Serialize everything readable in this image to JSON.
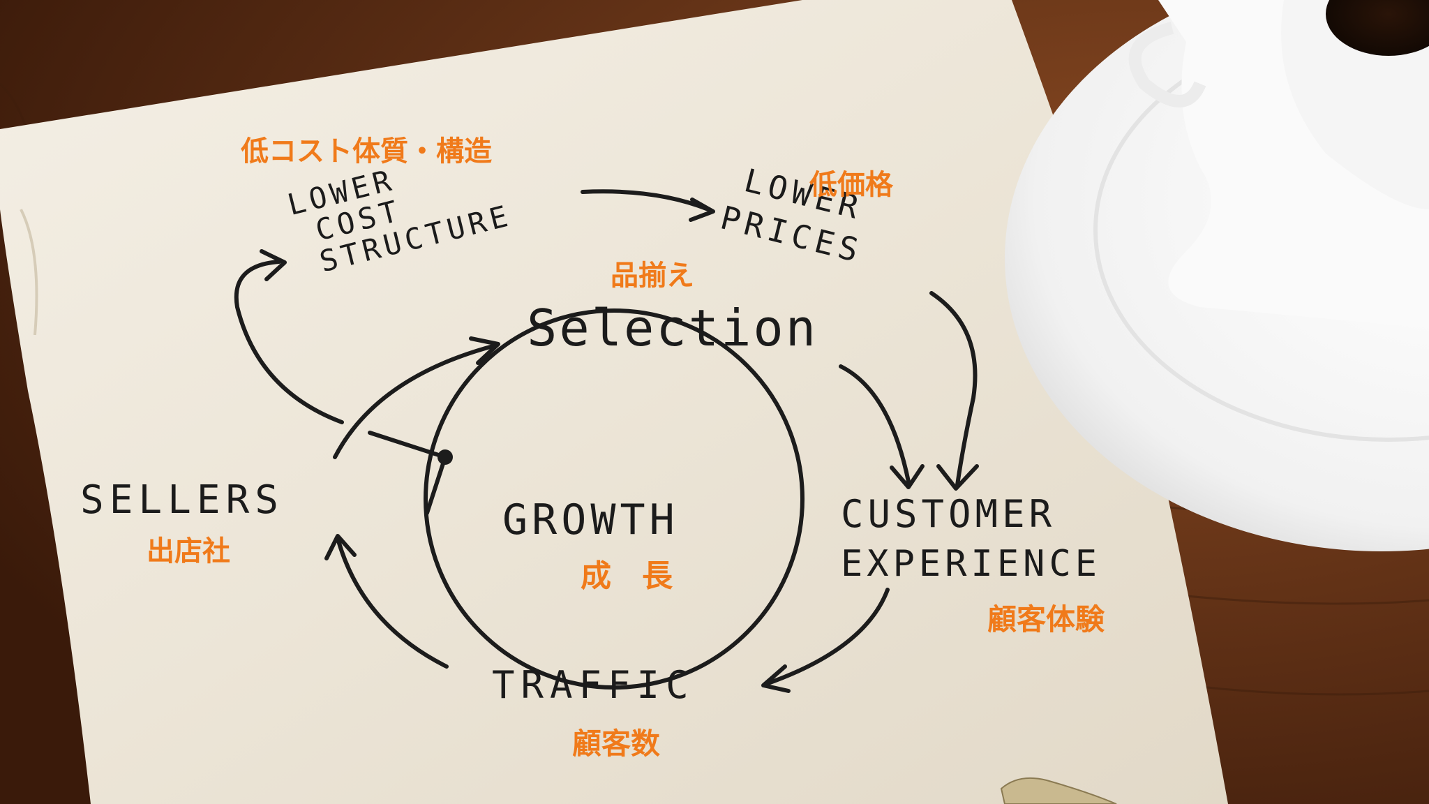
{
  "diagram": {
    "nodes": {
      "lower_cost": [
        "LOWER",
        "COST",
        "STRUCTURE"
      ],
      "lower_prices": [
        "LOWER",
        "PRICES"
      ],
      "selection": "Selection",
      "growth": "GROWTH",
      "sellers": "SELLERS",
      "customer_experience": [
        "CUSTOMER",
        "EXPERIENCE"
      ],
      "traffic": "TRAFFIC"
    },
    "annotations": {
      "lower_cost": "低コスト体質・構造",
      "lower_prices": "低価格",
      "selection": "品揃え",
      "growth": "成　長",
      "sellers": "出店社",
      "customer_experience": "顧客体験",
      "traffic": "顧客数"
    },
    "colors": {
      "annotation": "#f07a1a",
      "ink": "#1c1c1c",
      "napkin": "#efe9dd",
      "table": "#5a2d14",
      "cup": "#ffffff"
    },
    "icons": [
      "coffee-cup-icon",
      "spoon-icon"
    ]
  }
}
